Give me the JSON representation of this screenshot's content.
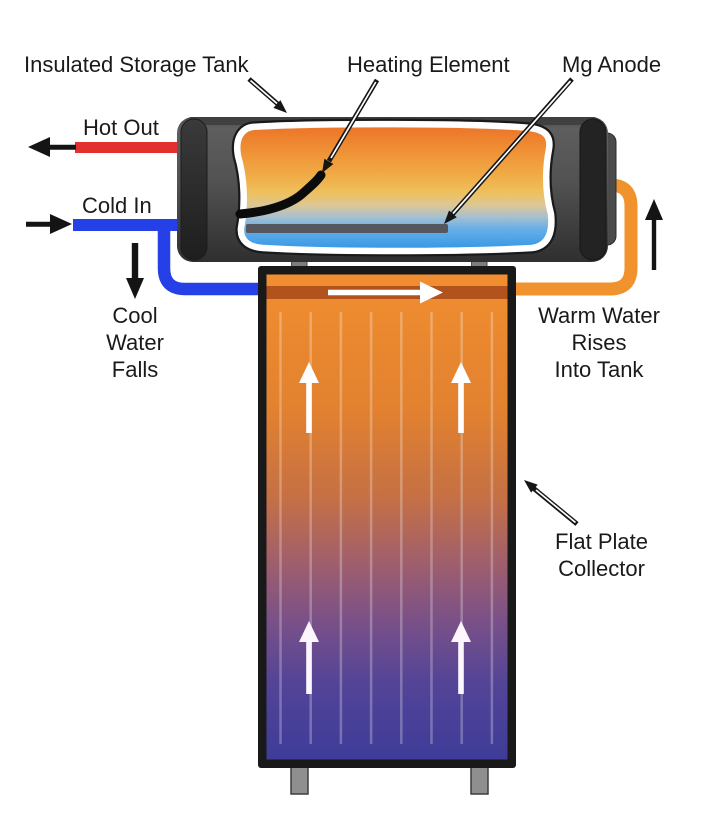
{
  "figure": {
    "type": "thermosiphon-solar-water-heater-diagram",
    "labels": {
      "insulated_storage_tank": "Insulated Storage Tank",
      "heating_element": "Heating Element",
      "mg_anode": "Mg Anode",
      "hot_out": "Hot Out",
      "cold_in": "Cold In",
      "cool_water_falls": "Cool\nWater\nFalls",
      "warm_water_rises": "Warm Water\nRises\nInto Tank",
      "flat_plate_collector": "Flat Plate\nCollector"
    },
    "colors": {
      "hot_pipe": "#e23030",
      "cold_pipe": "#2540e6",
      "warm_pipe": "#f0932f",
      "tank_water_hot": "#ec7127",
      "tank_water_cold": "#3095e6",
      "collector_top": "#f18e31",
      "collector_bottom": "#3e3c99",
      "collector_header": "#b2521c",
      "text": "#1a1a1a"
    }
  }
}
